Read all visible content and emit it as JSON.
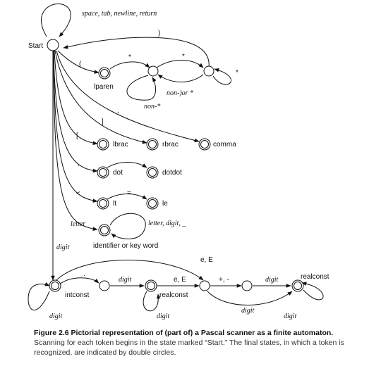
{
  "diagram": {
    "labels": {
      "start": "Start",
      "start_loop": "space, tab, newline, return",
      "rparen_edge": ")",
      "lparen_edge": "(",
      "star1": "*",
      "star2": "*",
      "star_loop": "*",
      "non_rparen_or_star": "non-)or *",
      "non_star": "non-*",
      "comma_edge": ",",
      "rbrac_edge": "]",
      "lbrac_edge": "[",
      "dot_edge": ".",
      "dot2_edge": ".",
      "lt_edge": "<",
      "eq_edge": "=",
      "letter_edge": "letter",
      "ident_loop": "letter, digit, _",
      "digit_edge": "digit",
      "intconst_loop": "digit",
      "int_dot_edge": ".",
      "frac_digit_edge": "digit",
      "real_e_edge_top": "e, E",
      "real_e_edge": "e, E",
      "realconst_loop": "digit",
      "sign_edge": "+, -",
      "exp_digit_edge": "digit",
      "exp_bottom_digit_edge": "digit",
      "realconst2_loop": "digit"
    },
    "states": {
      "lparen": "lparen",
      "lbrac": "lbrac",
      "rbrac": "rbrac",
      "comma": "comma",
      "dot": "dot",
      "dotdot": "dotdot",
      "lt": "lt",
      "le": "le",
      "identifier": "identifier or key word",
      "intconst": "intconst",
      "realconst1": "realconst",
      "realconst2": "realconst"
    }
  },
  "caption": {
    "figure": "Figure 2.6",
    "title": "Pictorial representation of (part of) a Pascal scanner as a finite automaton.",
    "text": "Scanning for each token begins in the state marked “Start.” The final states, in which a token is recognized, are indicated by double circles."
  }
}
